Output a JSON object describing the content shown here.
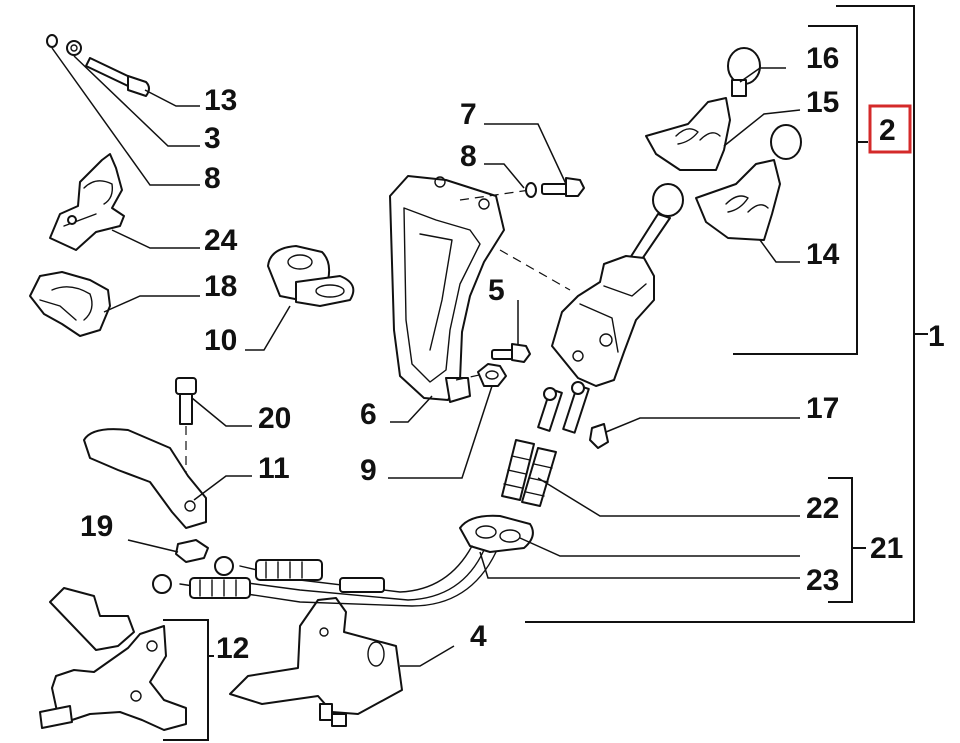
{
  "diagram": {
    "highlight_color": "#d42a2a",
    "callouts": {
      "c1": "1",
      "c2": "2",
      "c3": "3",
      "c4": "4",
      "c5": "5",
      "c6": "6",
      "c7": "7",
      "c8a": "8",
      "c8b": "8",
      "c9": "9",
      "c10": "10",
      "c11": "11",
      "c12": "12",
      "c13": "13",
      "c14": "14",
      "c15": "15",
      "c16": "16",
      "c17": "17",
      "c18": "18",
      "c19": "19",
      "c20": "20",
      "c21": "21",
      "c22": "22",
      "c23": "23",
      "c24": "24"
    },
    "highlighted": "2"
  }
}
